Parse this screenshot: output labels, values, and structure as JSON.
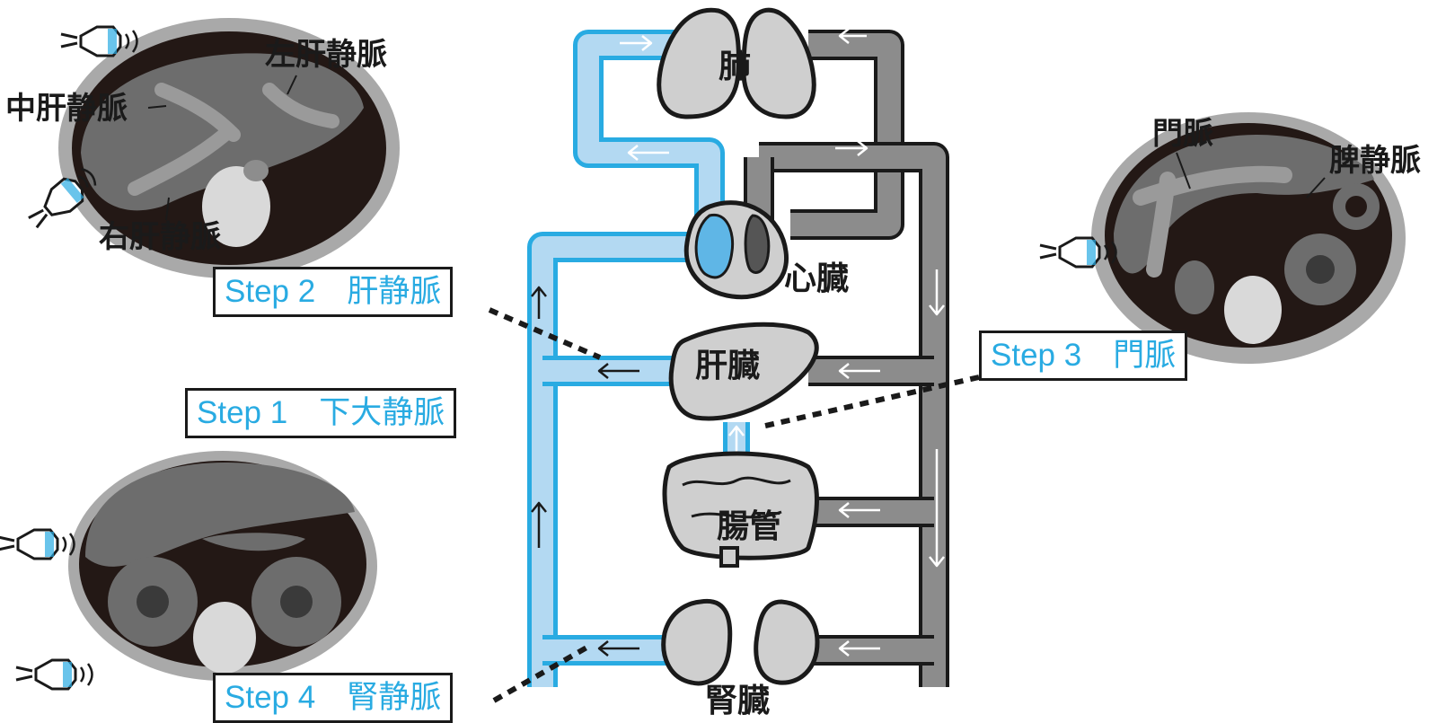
{
  "organs": {
    "lung": "肺",
    "heart": "心臓",
    "liver": "肝臓",
    "intestine": "腸管",
    "kidney": "腎臓"
  },
  "vessels": {
    "left_hepatic_vein": "左肝静脈",
    "middle_hepatic_vein": "中肝静脈",
    "right_hepatic_vein": "右肝静脈",
    "portal_vein": "門脈",
    "splenic_vein": "脾静脈"
  },
  "steps": {
    "step1": "Step 1　下大静脈",
    "step2": "Step 2　肝静脈",
    "step3": "Step 3　門脈",
    "step4": "Step 4　腎静脈"
  },
  "colors": {
    "venous_blue": "#29abe2",
    "venous_fill": "#b3d9f2",
    "arterial_gray": "#8c8c8c",
    "outline": "#1a1a1a"
  },
  "icons": [
    "ultrasound-probe-icon"
  ]
}
